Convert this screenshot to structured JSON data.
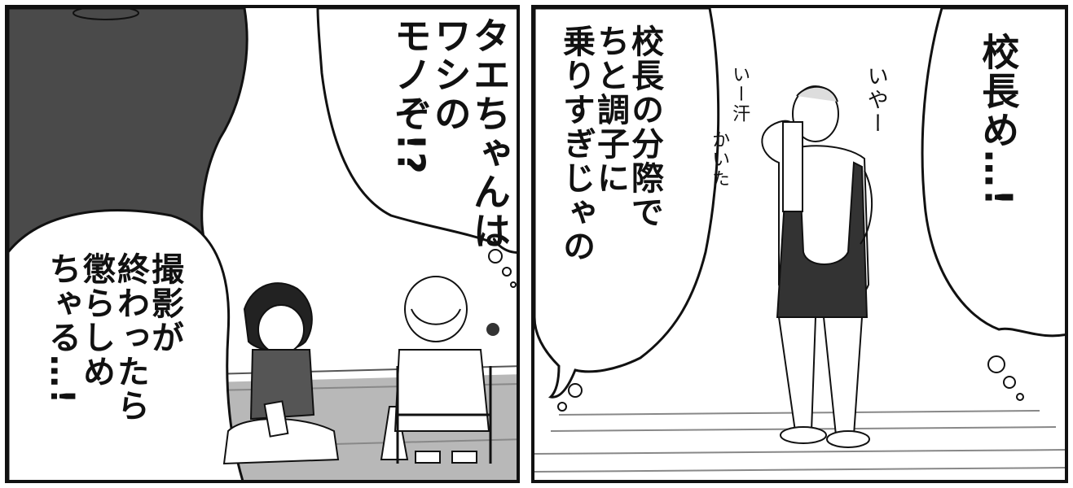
{
  "panels": {
    "left": {
      "bubble_top": {
        "lines": [
          "タエちゃんは",
          "ワシの",
          "モノぞ!?"
        ]
      },
      "bubble_bottom": {
        "lines": [
          "撮影が",
          "終わったら",
          "懲らしめ",
          "ちゃる…!"
        ]
      }
    },
    "right": {
      "bubble_right": {
        "lines": [
          "校長め…!"
        ]
      },
      "bubble_left": {
        "lines": [
          "校長の分際で",
          "ちと調子に",
          "乗りすぎじゃの"
        ]
      },
      "sfx": {
        "iyaa": "いやー",
        "ase_kaita_top": "いー汗",
        "ase_kaita_bottom": "かいた"
      }
    }
  },
  "colors": {
    "ink": "#111111",
    "screentone_dark": "#4a4a4a",
    "floor": "#b8b8b8",
    "paper": "#ffffff"
  }
}
